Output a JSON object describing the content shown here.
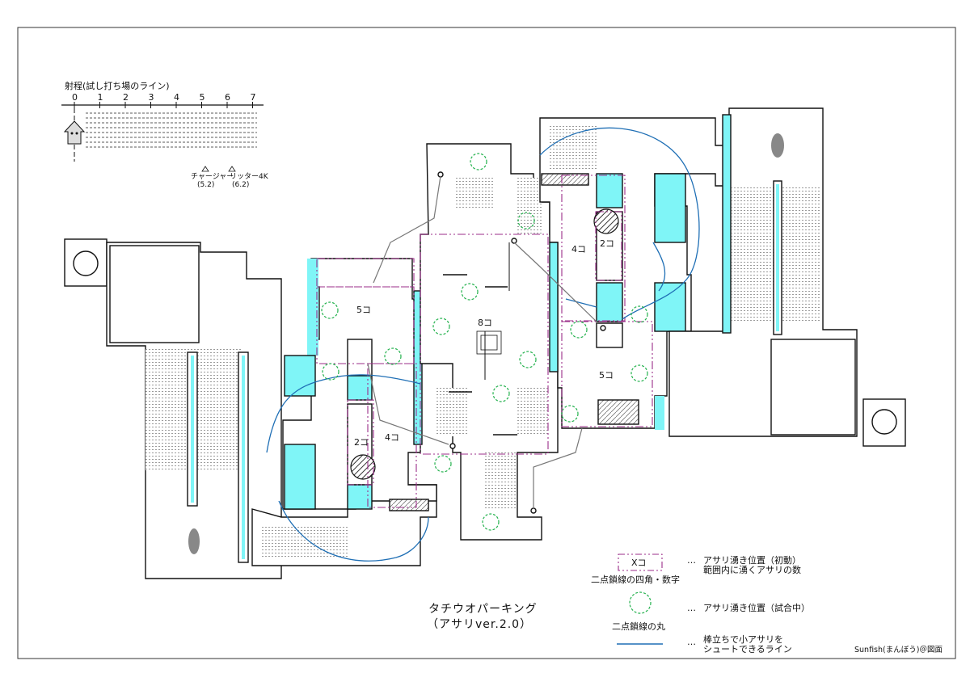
{
  "map": {
    "title": "タチウオパーキング",
    "subtitle": "（アサリver.2.0）",
    "credit": "Sunfish(まんぼう)＠図面"
  },
  "range_scale": {
    "heading": "射程(試し打ち場のライン)",
    "ticks": [
      "0",
      "1",
      "2",
      "3",
      "4",
      "5",
      "6",
      "7"
    ],
    "weapons": [
      {
        "name": "チャージャー",
        "range": "(5.2)"
      },
      {
        "name": "リッター4K",
        "range": "(6.2)"
      }
    ],
    "icon": "squid-player-icon"
  },
  "spawn_counts": {
    "center": "8コ",
    "left_upper": "5コ",
    "left_lower": "4コ",
    "left_goal": "2コ",
    "right_upper": "4コ",
    "right_goal": "2コ",
    "right_lower": "5コ"
  },
  "legend": [
    {
      "symbol_text": "Xコ",
      "caption": "二点鎖線の四角・数字",
      "description": [
        "アサリ湧き位置（初動）",
        "範囲内に湧くアサリの数"
      ],
      "symbol": "dashed-rectangle"
    },
    {
      "symbol_text": "",
      "caption": "二点鎖線の丸",
      "description": [
        "アサリ湧き位置（試合中）"
      ],
      "symbol": "dashed-circle"
    },
    {
      "symbol_text": "",
      "caption": "",
      "description": [
        "棒立ちで小アサリを",
        "シュートできるライン"
      ],
      "symbol": "blue-line"
    }
  ],
  "legend_marker": "…",
  "colors": {
    "water": "#7ff5f7",
    "spawn_box": "#9b2e8a",
    "spawn_circle": "#22b14c",
    "shoot_line": "#1f6fb5",
    "goal_hatch": "#555555"
  }
}
